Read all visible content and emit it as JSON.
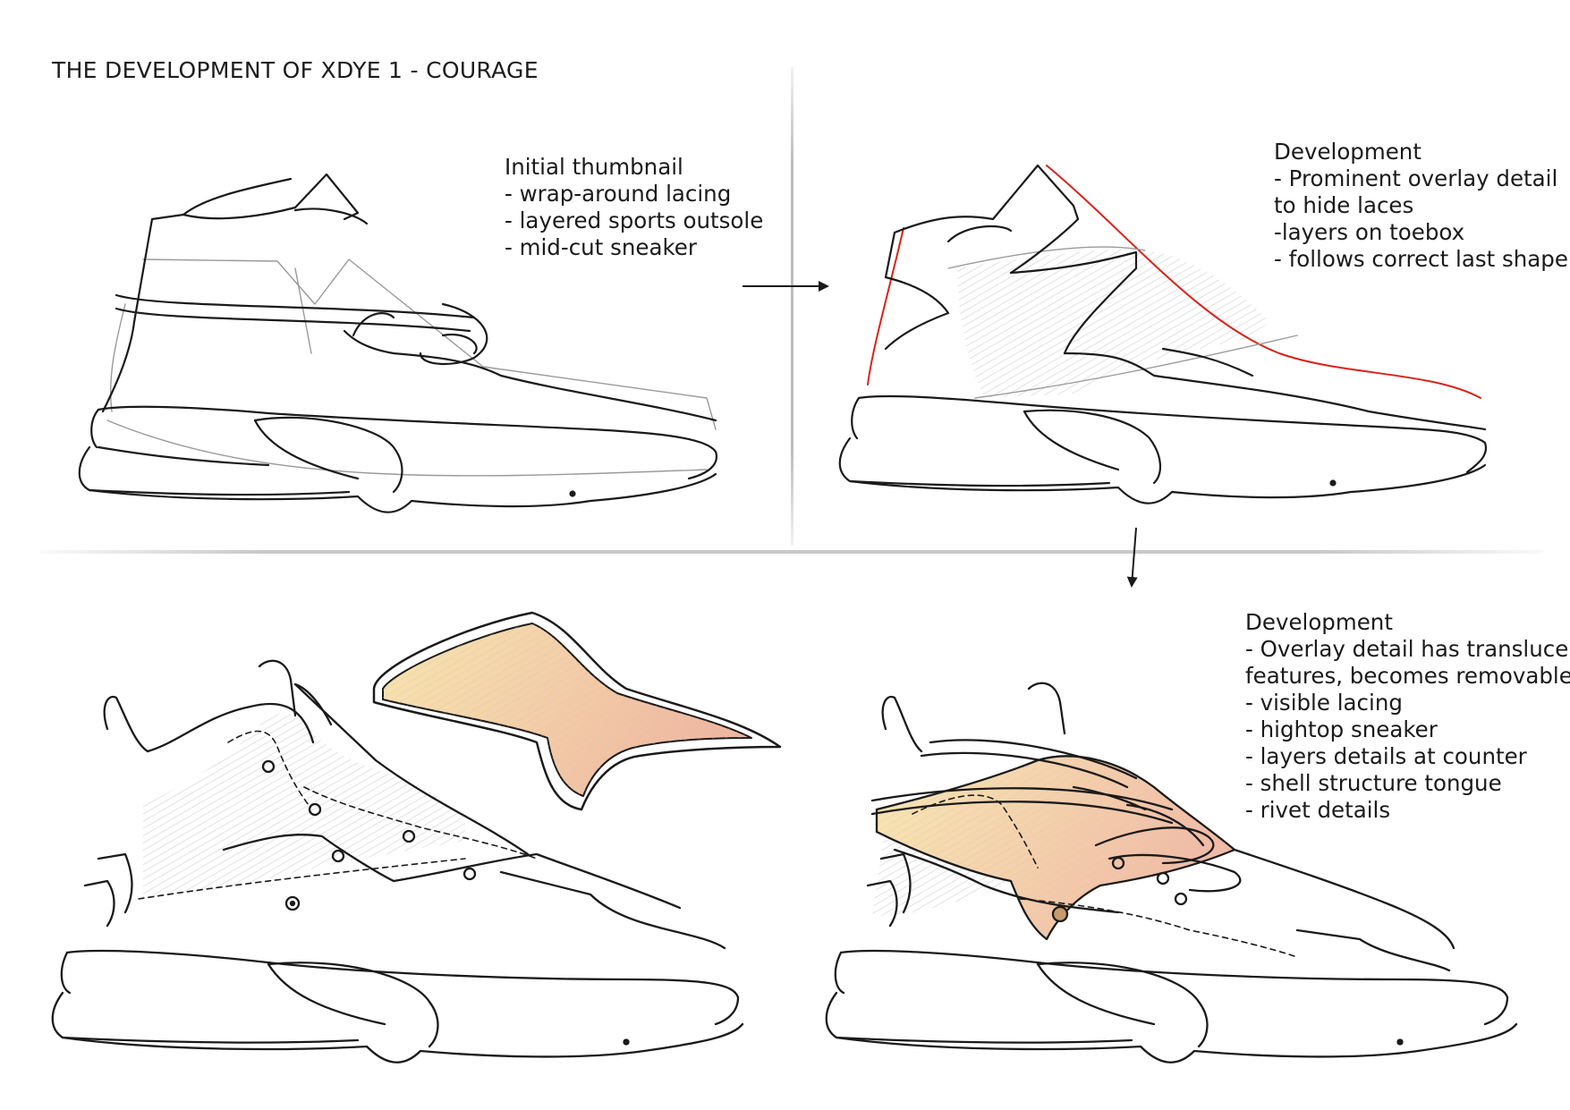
{
  "header": {
    "title": "THE DEVELOPMENT OF XDYE 1 - COURAGE"
  },
  "notes": {
    "initial": {
      "lines": [
        "Initial thumbnail",
        "- wrap-around lacing",
        "- layered sports outsole",
        "- mid-cut sneaker"
      ]
    },
    "development1": {
      "lines": [
        "Development",
        " - Prominent overlay detail",
        "to hide laces",
        "-layers on toebox",
        " - follows correct last shape"
      ]
    },
    "development2": {
      "lines": [
        "Development",
        "- Overlay detail has translucent",
        "features, becomes removable.",
        "- visible lacing",
        "- hightop sneaker",
        "- layers details at counter",
        "- shell structure tongue",
        "- rivet details"
      ]
    }
  },
  "colors": {
    "line": "#1a1a1a",
    "guide_line": "#9a9a9a",
    "red_last_line": "#d8231c",
    "overlay_fill_start": "#f7e2a8",
    "overlay_fill_end": "#f0b9a0",
    "hatch": "#c8c8c8"
  },
  "icons": {
    "arrow_right": "arrow-right-icon",
    "arrow_down": "arrow-down-icon"
  }
}
